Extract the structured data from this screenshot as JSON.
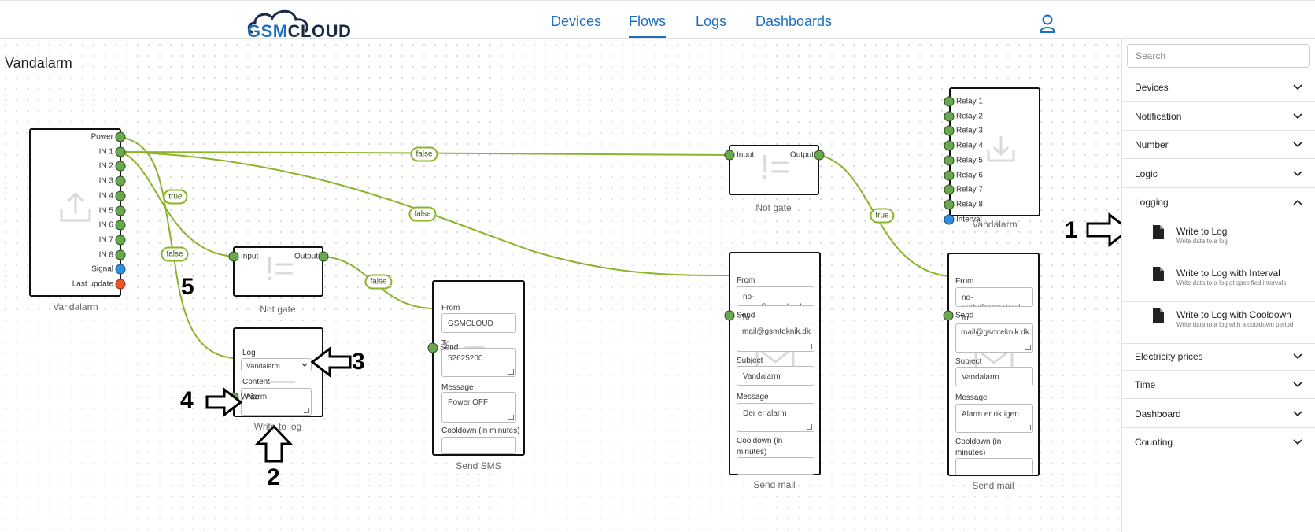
{
  "header": {
    "logo": "GSMCLOUD",
    "nav": [
      "Devices",
      "Flows",
      "Logs",
      "Dashboards"
    ],
    "active_nav": "Flows"
  },
  "flow": {
    "title": "Vandalarm",
    "nodes": {
      "input_device": {
        "caption": "Vandalarm",
        "ports": [
          "Power",
          "IN 1",
          "IN 2",
          "IN 3",
          "IN 4",
          "IN 5",
          "IN 6",
          "IN 7",
          "IN 8",
          "Signal",
          "Last update"
        ]
      },
      "not_gate_1": {
        "caption": "Not gate",
        "input": "Input",
        "output": "Output"
      },
      "not_gate_2": {
        "caption": "Not gate",
        "input": "Input",
        "output": "Output"
      },
      "relay_device": {
        "caption": "Vandalarm",
        "ports": [
          "Relay 1",
          "Relay 2",
          "Relay 3",
          "Relay 4",
          "Relay 5",
          "Relay 6",
          "Relay 7",
          "Relay 8",
          "Interval"
        ]
      },
      "write_log": {
        "caption": "Write to log",
        "port": "Write",
        "log_label": "Log",
        "log_value": "Vandalarm",
        "content_label": "Content",
        "content_value": "Alarm"
      },
      "send_sms": {
        "caption": "Send SMS",
        "port": "Send",
        "from_label": "From",
        "from_value": "GSMCLOUD",
        "to_label": "To",
        "to_value": "52625200",
        "message_label": "Message",
        "message_value": "Power OFF",
        "cooldown_label": "Cooldown (in minutes)"
      },
      "send_mail_1": {
        "caption": "Send mail",
        "port": "Send",
        "from_label": "From",
        "from_value": "no-reply@gsmcloud",
        "to_label": "To",
        "to_value": "mail@gsmteknik.dk",
        "subject_label": "Subject",
        "subject_value": "Vandalarm",
        "message_label": "Message",
        "message_value": "Der er alarm",
        "cooldown_label": "Cooldown (in minutes)"
      },
      "send_mail_2": {
        "caption": "Send mail",
        "port": "Send",
        "from_label": "From",
        "from_value": "no-reply@gsmcloud",
        "to_label": "To",
        "to_value": "mail@gsmteknik.dk",
        "subject_label": "Subject",
        "subject_value": "Vandalarm",
        "message_label": "Message",
        "message_value": "Alarm er ok igen",
        "cooldown_label": "Cooldown (in minutes)"
      }
    },
    "wire_labels": [
      "false",
      "true",
      "false",
      "false",
      "false",
      "true"
    ]
  },
  "annotations": [
    "1",
    "2",
    "3",
    "4",
    "5"
  ],
  "sidebar": {
    "search_placeholder": "Search",
    "categories_top": [
      "Devices",
      "Notification",
      "Number",
      "Logic",
      "Logging"
    ],
    "logging_items": [
      {
        "title": "Write to Log",
        "desc": "Write data to a log"
      },
      {
        "title": "Write to Log with Interval",
        "desc": "Write data to a log at specified intervals"
      },
      {
        "title": "Write to Log with Cooldown",
        "desc": "Write data to a log with a cooldown period"
      }
    ],
    "categories_bottom": [
      "Electricity prices",
      "Time",
      "Dashboard",
      "Counting"
    ]
  },
  "colors": {
    "accent": "#1f6fbf",
    "wire": "#8ab42a",
    "port": "#6aa84f",
    "signal": "#2e8fe0",
    "last_update": "#f2522b"
  }
}
